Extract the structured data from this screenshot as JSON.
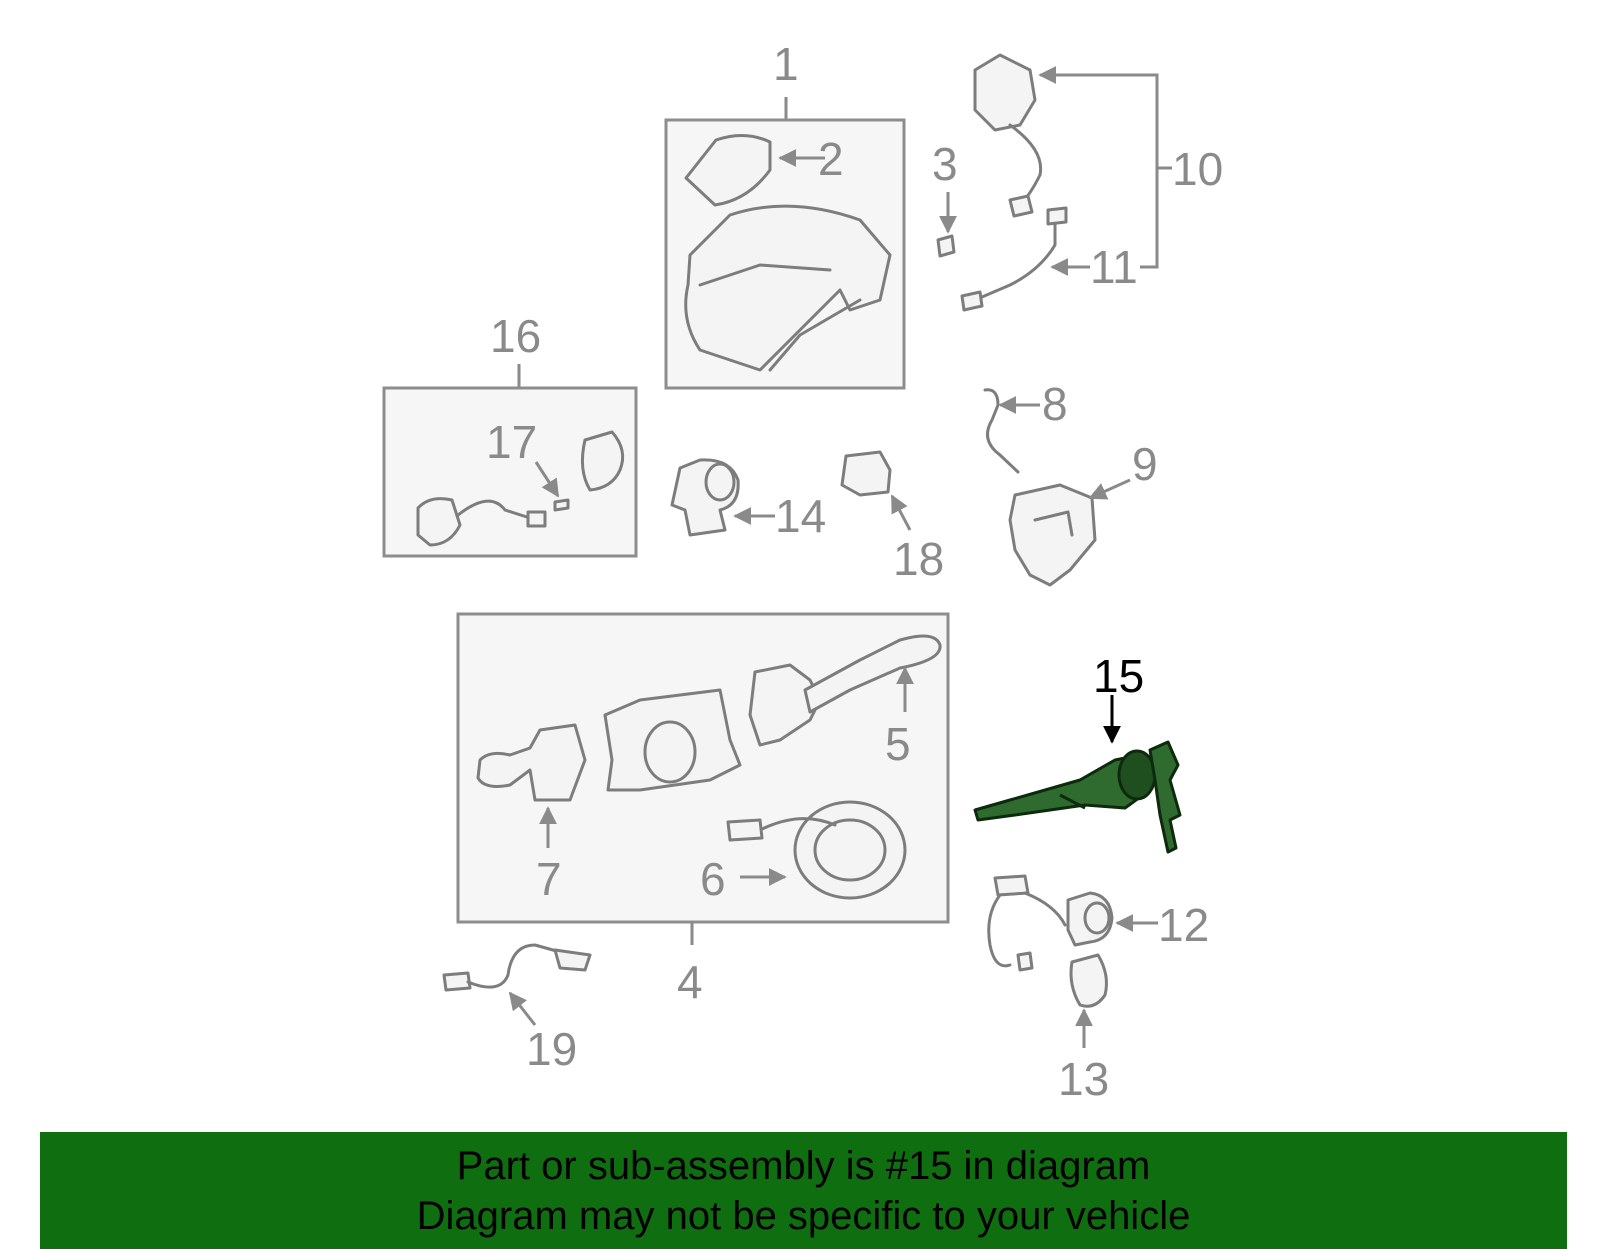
{
  "colors": {
    "banner_background": "#0f6e0f",
    "highlight_part": "#2f6b2f",
    "callout_gray": "#8a8a8a",
    "callout_highlight": "#000000"
  },
  "diagram": {
    "highlighted_part": "15",
    "callouts": {
      "c1": "1",
      "c2": "2",
      "c3": "3",
      "c4": "4",
      "c5": "5",
      "c6": "6",
      "c7": "7",
      "c8": "8",
      "c9": "9",
      "c10": "10",
      "c11": "11",
      "c12": "12",
      "c13": "13",
      "c14": "14",
      "c15": "15",
      "c16": "16",
      "c17": "17",
      "c18": "18",
      "c19": "19"
    }
  },
  "banner": {
    "line1": "Part or sub-assembly is #15 in diagram",
    "line2": "Diagram may not be specific to your vehicle"
  }
}
